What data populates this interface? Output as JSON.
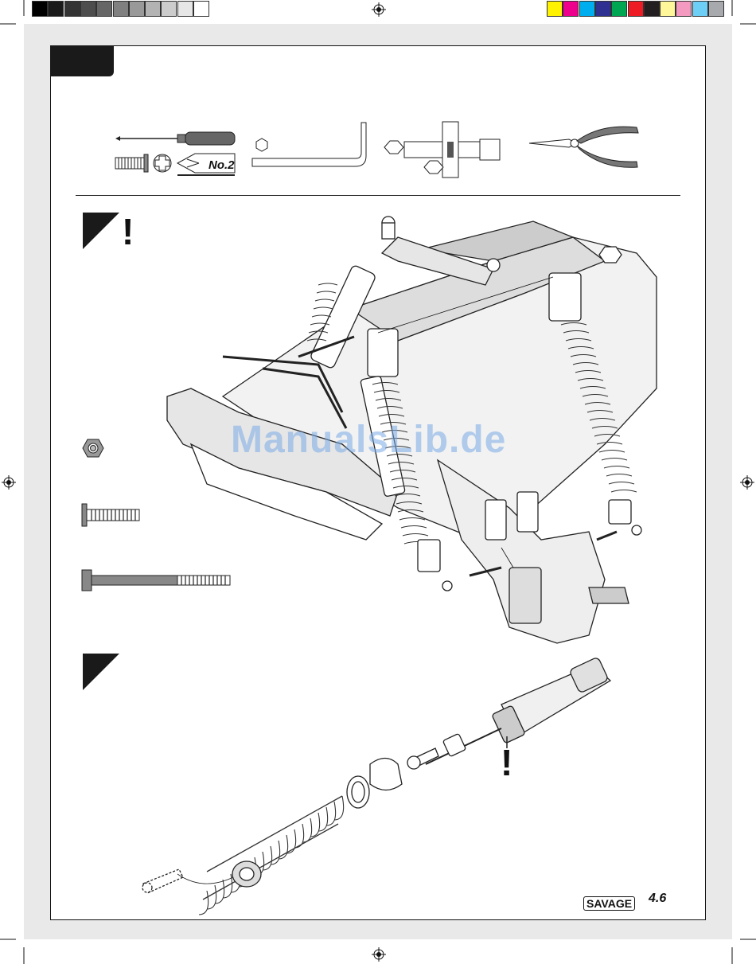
{
  "header": {
    "grayscale_swatches": [
      "#000000",
      "#1a1a1a",
      "#333333",
      "#4d4d4d",
      "#666666",
      "#808080",
      "#999999",
      "#b3b3b3",
      "#cccccc",
      "#e6e6e6",
      "#ffffff"
    ],
    "color_swatches": [
      "#fff200",
      "#ec008c",
      "#00aeef",
      "#2e3192",
      "#00a651",
      "#ed1c24",
      "#231f20",
      "#fff799",
      "#f49ac1",
      "#6dcff6",
      "#a7a9ac"
    ]
  },
  "tools": {
    "screwdriver_size_label": "No.2"
  },
  "steps": {
    "step1_warning": "!",
    "step2_warning": "!"
  },
  "watermark": {
    "text": "ManualsLib.de"
  },
  "footer": {
    "logo_text": "SAVAGE",
    "logo_suffix": "4.6"
  }
}
